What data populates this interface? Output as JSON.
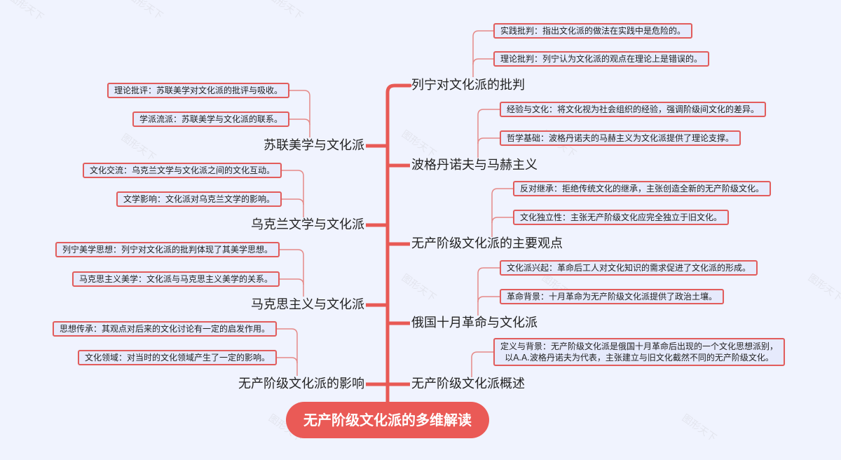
{
  "root": {
    "label": "无产阶级文化派的多维解读",
    "color": "#ea5a56"
  },
  "watermark": "图形天下",
  "colors": {
    "background": "#f0f3fe",
    "spine": "#e85a55",
    "leaf_border": "#e25c5c",
    "leaf_fill": "#e6eafc",
    "connector": "#e58a88"
  },
  "right_branches": [
    {
      "label": "列宁对文化派的批判",
      "leaves": [
        "实践批判：指出文化派的做法在实践中是危险的。",
        "理论批判：列宁认为文化派的观点在理论上是错误的。"
      ]
    },
    {
      "label": "波格丹诺夫与马赫主义",
      "leaves": [
        "经验与文化：将文化视为社会组织的经验，强调阶级间文化的差异。",
        "哲学基础：波格丹诺夫的马赫主义为文化派提供了理论支撑。"
      ]
    },
    {
      "label": "无产阶级文化派的主要观点",
      "leaves": [
        "反对继承：拒绝传统文化的继承，主张创造全新的无产阶级文化。",
        "文化独立性：主张无产阶级文化应完全独立于旧文化。"
      ]
    },
    {
      "label": "俄国十月革命与文化派",
      "leaves": [
        "文化派兴起：革命后工人对文化知识的需求促进了文化派的形成。",
        "革命背景：十月革命为无产阶级文化派提供了政治土壤。"
      ]
    },
    {
      "label": "无产阶级文化派概述",
      "leaves": [
        {
          "line1": "定义与背景：无产阶级文化派是俄国十月革命后出现的一个文化思想派别，",
          "line2": "以A.A.波格丹诺夫为代表，主张建立与旧文化截然不同的无产阶级文化。"
        }
      ]
    }
  ],
  "left_branches": [
    {
      "label": "苏联美学与文化派",
      "leaves": [
        "理论批评：苏联美学对文化派的批评与吸收。",
        "学派流派：苏联美学与文化派的联系。"
      ]
    },
    {
      "label": "乌克兰文学与文化派",
      "leaves": [
        "文化交流：乌克兰文学与文化派之间的文化互动。",
        "文学影响：文化派对乌克兰文学的影响。"
      ]
    },
    {
      "label": "马克思主义与文化派",
      "leaves": [
        "列宁美学思想：列宁对文化派的批判体现了其美学思想。",
        "马克思主义美学：文化派与马克思主义美学的关系。"
      ]
    },
    {
      "label": "无产阶级文化派的影响",
      "leaves": [
        "思想传承：其观点对后来的文化讨论有一定的启发作用。",
        "文化领域：对当时的文化领域产生了一定的影响。"
      ]
    }
  ]
}
